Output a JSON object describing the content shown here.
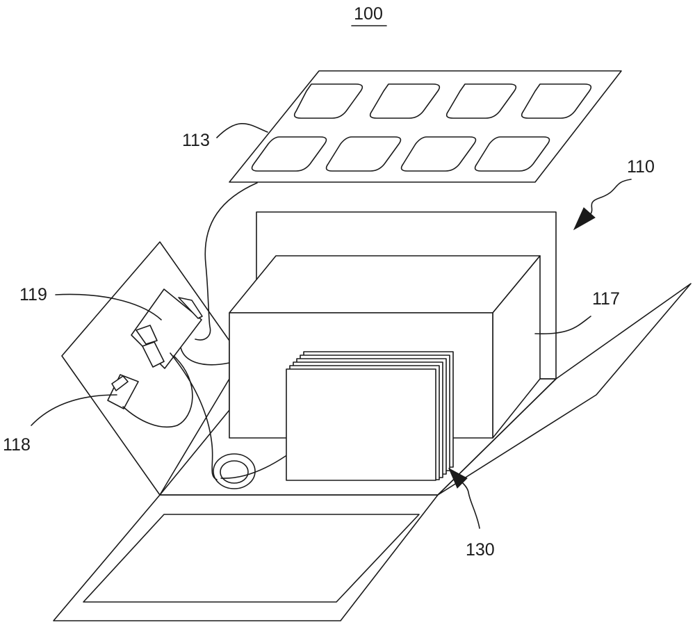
{
  "figure": {
    "main_ref": "100",
    "labels": {
      "solar_panel": "113",
      "device": "110",
      "controller": "119",
      "connector": "118",
      "housing": "117",
      "battery_stack": "130"
    }
  }
}
